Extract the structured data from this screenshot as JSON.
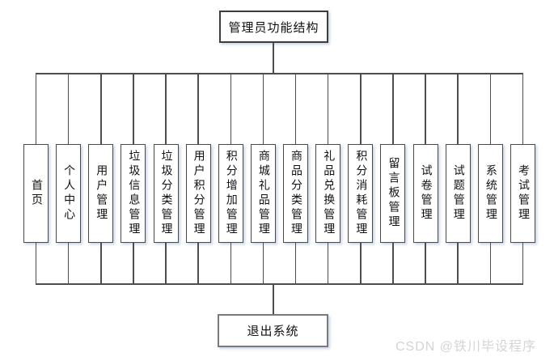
{
  "diagram": {
    "root_label": "管理员功能结构",
    "children": [
      "首页",
      "个人中心",
      "用户管理",
      "垃圾信息管理",
      "垃圾分类管理",
      "用户积分管理",
      "积分增加管理",
      "商城礼品管理",
      "商品分类管理",
      "礼品兑换管理",
      "积分消耗管理",
      "留言板管理",
      "试卷管理",
      "试题管理",
      "系统管理",
      "考试管理"
    ],
    "footer_label": "退出系统"
  },
  "watermark": {
    "text": "CSDN @铁川毕设程序"
  },
  "colors": {
    "line": "#4d4d4d",
    "box_border": "#4a4a4a",
    "background": "#ffffff",
    "watermark_text": "#d4d4d4"
  }
}
